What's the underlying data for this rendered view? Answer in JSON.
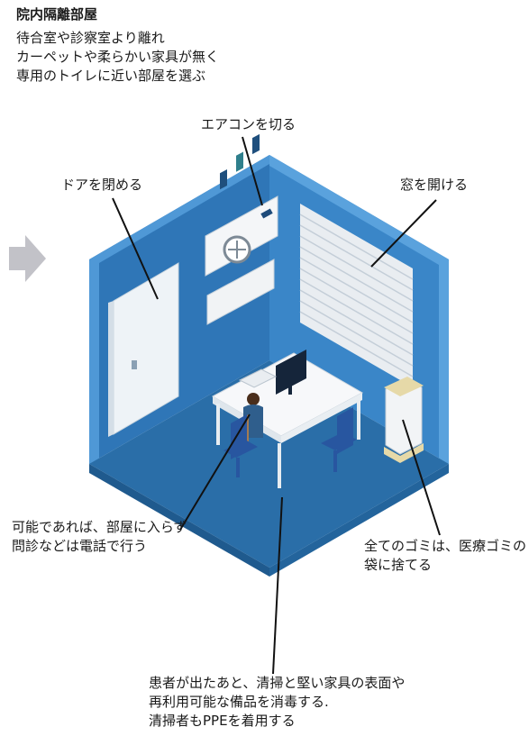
{
  "title": "院内隔離部屋",
  "intro": [
    "待合室や診察室より離れ",
    "カーペットや柔らかい家具が無く",
    "専用のトイレに近い部屋を選ぶ"
  ],
  "labels": {
    "air_conditioner": "エアコンを切る",
    "door": "ドアを閉める",
    "window": "窓を開ける",
    "phone": [
      "可能であれば、部屋に入らず",
      "問診などは電話で行う"
    ],
    "trash": [
      "全てのゴミは、医療ゴミの",
      "袋に捨てる"
    ],
    "cleaning": [
      "患者が出たあと、清掃と堅い家具の表面や",
      "再利用可能な備品を消毒する.",
      "清掃者もPPEを着用する"
    ]
  },
  "colors": {
    "wall_left": "#2f76b7",
    "wall_right": "#3a86c8",
    "wall_edge": "#4f98d6",
    "floor": "#2a6ea8",
    "arrow": "#c2c2c8",
    "leader": "#111111",
    "text": "#1a1a1a"
  }
}
